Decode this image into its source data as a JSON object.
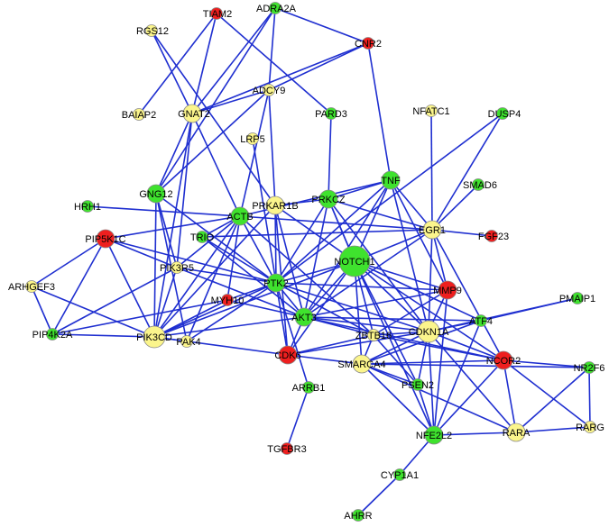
{
  "colors": {
    "edge": "#1f2fd0",
    "green": "#3fe22e",
    "yellow": "#fbf58c",
    "red": "#ee1f1f"
  },
  "nodes": [
    {
      "id": "TIAM2",
      "label": "TIAM2",
      "color": "red",
      "size": "s"
    },
    {
      "id": "ADRA2A",
      "label": "ADRA2A",
      "color": "green",
      "size": "s"
    },
    {
      "id": "RGS12",
      "label": "RGS12",
      "color": "yellow",
      "size": "s"
    },
    {
      "id": "CNR2",
      "label": "CNR2",
      "color": "red",
      "size": "s"
    },
    {
      "id": "ADCY9",
      "label": "ADCY9",
      "color": "yellow",
      "size": "s"
    },
    {
      "id": "BAIAP2",
      "label": "BAIAP2",
      "color": "yellow",
      "size": "s"
    },
    {
      "id": "GNAT2",
      "label": "GNAT2",
      "color": "yellow",
      "size": "m"
    },
    {
      "id": "PARD3",
      "label": "PARD3",
      "color": "green",
      "size": "s"
    },
    {
      "id": "NFATC1",
      "label": "NFATC1",
      "color": "yellow",
      "size": "s"
    },
    {
      "id": "DUSP4",
      "label": "DUSP4",
      "color": "green",
      "size": "s"
    },
    {
      "id": "LRP5",
      "label": "LRP5",
      "color": "yellow",
      "size": "s"
    },
    {
      "id": "GNG12",
      "label": "GNG12",
      "color": "green",
      "size": "m"
    },
    {
      "id": "TNF",
      "label": "TNF",
      "color": "green",
      "size": "m"
    },
    {
      "id": "SMAD6",
      "label": "SMAD6",
      "color": "green",
      "size": "s"
    },
    {
      "id": "PRKCZ",
      "label": "PRKCZ",
      "color": "green",
      "size": "m"
    },
    {
      "id": "HRH1",
      "label": "HRH1",
      "color": "green",
      "size": "s"
    },
    {
      "id": "PRKAR1B",
      "label": "PRKAR1B",
      "color": "yellow",
      "size": "m"
    },
    {
      "id": "ACTB",
      "label": "ACTB",
      "color": "green",
      "size": "m"
    },
    {
      "id": "EGR1",
      "label": "EGR1",
      "color": "yellow",
      "size": "m"
    },
    {
      "id": "FGF23",
      "label": "FGF23",
      "color": "red",
      "size": "s"
    },
    {
      "id": "PIP5K1C",
      "label": "PIP5K1C",
      "color": "red",
      "size": "m"
    },
    {
      "id": "TRIO",
      "label": "TRIO",
      "color": "green",
      "size": "s"
    },
    {
      "id": "NOTCH1",
      "label": "NOTCH1",
      "color": "green",
      "size": "xl"
    },
    {
      "id": "PIK3R5",
      "label": "PIK3R5",
      "color": "yellow",
      "size": "s"
    },
    {
      "id": "ARHGEF3",
      "label": "ARHGEF3",
      "color": "yellow",
      "size": "s"
    },
    {
      "id": "PTK2",
      "label": "PTK2",
      "color": "green",
      "size": "m"
    },
    {
      "id": "MMP9",
      "label": "MMP9",
      "color": "red",
      "size": "m"
    },
    {
      "id": "MYH10",
      "label": "MYH10",
      "color": "red",
      "size": "s"
    },
    {
      "id": "PMAIP1",
      "label": "PMAIP1",
      "color": "green",
      "size": "s"
    },
    {
      "id": "AKT3",
      "label": "AKT3",
      "color": "green",
      "size": "m"
    },
    {
      "id": "PIP4K2A",
      "label": "PIP4K2A",
      "color": "green",
      "size": "s"
    },
    {
      "id": "PIK3CD",
      "label": "PIK3CD",
      "color": "yellow",
      "size": "l"
    },
    {
      "id": "PAK4",
      "label": "PAK4",
      "color": "yellow",
      "size": "s"
    },
    {
      "id": "ZBTB16",
      "label": "ZBTB16",
      "color": "yellow",
      "size": "s"
    },
    {
      "id": "CDKN1A",
      "label": "CDKN1A",
      "color": "yellow",
      "size": "l"
    },
    {
      "id": "ATF4",
      "label": "ATF4",
      "color": "green",
      "size": "s"
    },
    {
      "id": "CDK6",
      "label": "CDK6",
      "color": "red",
      "size": "m"
    },
    {
      "id": "SMARCA4",
      "label": "SMARCA4",
      "color": "yellow",
      "size": "m"
    },
    {
      "id": "NCOR2",
      "label": "NCOR2",
      "color": "red",
      "size": "m"
    },
    {
      "id": "NR2F6",
      "label": "NR2F6",
      "color": "green",
      "size": "s"
    },
    {
      "id": "ARRB1",
      "label": "ARRB1",
      "color": "green",
      "size": "s"
    },
    {
      "id": "PSEN2",
      "label": "PSEN2",
      "color": "green",
      "size": "s"
    },
    {
      "id": "NFE2L2",
      "label": "NFE2L2",
      "color": "green",
      "size": "m"
    },
    {
      "id": "RARA",
      "label": "RARA",
      "color": "yellow",
      "size": "m"
    },
    {
      "id": "RARG",
      "label": "RARG",
      "color": "yellow",
      "size": "s"
    },
    {
      "id": "TGFBR3",
      "label": "TGFBR3",
      "color": "red",
      "size": "s"
    },
    {
      "id": "CYP1A1",
      "label": "CYP1A1",
      "color": "green",
      "size": "s"
    },
    {
      "id": "AHRR",
      "label": "AHRR",
      "color": "green",
      "size": "s"
    }
  ],
  "edges": [
    [
      "TIAM2",
      "GNAT2"
    ],
    [
      "TIAM2",
      "PARD3"
    ],
    [
      "TIAM2",
      "BAIAP2"
    ],
    [
      "ADRA2A",
      "CNR2"
    ],
    [
      "ADRA2A",
      "ADCY9"
    ],
    [
      "ADRA2A",
      "GNAT2"
    ],
    [
      "ADRA2A",
      "GNG12"
    ],
    [
      "RGS12",
      "GNAT2"
    ],
    [
      "RGS12",
      "PRKAR1B"
    ],
    [
      "CNR2",
      "TNF"
    ],
    [
      "CNR2",
      "GNAT2"
    ],
    [
      "CNR2",
      "ADCY9"
    ],
    [
      "ADCY9",
      "GNAT2"
    ],
    [
      "ADCY9",
      "PRKAR1B"
    ],
    [
      "ADCY9",
      "GNG12"
    ],
    [
      "ADCY9",
      "ACTB"
    ],
    [
      "GNAT2",
      "GNG12"
    ],
    [
      "GNAT2",
      "ACTB"
    ],
    [
      "GNAT2",
      "PIK3CD"
    ],
    [
      "GNAT2",
      "PIK3R5"
    ],
    [
      "LRP5",
      "PTK2"
    ],
    [
      "PARD3",
      "PRKCZ"
    ],
    [
      "NFATC1",
      "EGR1"
    ],
    [
      "DUSP4",
      "PTK2"
    ],
    [
      "DUSP4",
      "EGR1"
    ],
    [
      "GNG12",
      "PIK3CD"
    ],
    [
      "GNG12",
      "PIK3R5"
    ],
    [
      "GNG12",
      "PAK4"
    ],
    [
      "GNG12",
      "PTK2"
    ],
    [
      "TNF",
      "EGR1"
    ],
    [
      "TNF",
      "NOTCH1"
    ],
    [
      "TNF",
      "AKT3"
    ],
    [
      "TNF",
      "MMP9"
    ],
    [
      "TNF",
      "CDKN1A"
    ],
    [
      "TNF",
      "PTK2"
    ],
    [
      "TNF",
      "PRKCZ"
    ],
    [
      "TNF",
      "ACTB"
    ],
    [
      "SMAD6",
      "EGR1"
    ],
    [
      "PRKCZ",
      "PTK2"
    ],
    [
      "PRKCZ",
      "AKT3"
    ],
    [
      "PRKCZ",
      "NOTCH1"
    ],
    [
      "PRKCZ",
      "CDKN1A"
    ],
    [
      "PRKCZ",
      "PRKAR1B"
    ],
    [
      "PRKCZ",
      "EGR1"
    ],
    [
      "HRH1",
      "ACTB"
    ],
    [
      "PRKAR1B",
      "PTK2"
    ],
    [
      "PRKAR1B",
      "AKT3"
    ],
    [
      "PRKAR1B",
      "NOTCH1"
    ],
    [
      "PRKAR1B",
      "PIK3CD"
    ],
    [
      "PRKAR1B",
      "CDK6"
    ],
    [
      "ACTB",
      "EGR1"
    ],
    [
      "ACTB",
      "PTK2"
    ],
    [
      "ACTB",
      "PIK3R5"
    ],
    [
      "ACTB",
      "MYH10"
    ],
    [
      "ACTB",
      "PAK4"
    ],
    [
      "ACTB",
      "PIK3CD"
    ],
    [
      "ACTB",
      "TRIO"
    ],
    [
      "ACTB",
      "ZBTB16"
    ],
    [
      "ACTB",
      "PIP5K1C"
    ],
    [
      "EGR1",
      "NOTCH1"
    ],
    [
      "EGR1",
      "CDKN1A"
    ],
    [
      "EGR1",
      "MMP9"
    ],
    [
      "EGR1",
      "FGF23"
    ],
    [
      "EGR1",
      "AKT3"
    ],
    [
      "EGR1",
      "TRIO"
    ],
    [
      "EGR1",
      "NCOR2"
    ],
    [
      "PIP5K1C",
      "PIK3CD"
    ],
    [
      "PIP5K1C",
      "PIP4K2A"
    ],
    [
      "PIP5K1C",
      "PTK2"
    ],
    [
      "PIP5K1C",
      "ARHGEF3"
    ],
    [
      "PIP5K1C",
      "PIK3R5"
    ],
    [
      "TRIO",
      "PTK2"
    ],
    [
      "TRIO",
      "AKT3"
    ],
    [
      "NOTCH1",
      "PTK2"
    ],
    [
      "NOTCH1",
      "AKT3"
    ],
    [
      "NOTCH1",
      "MMP9"
    ],
    [
      "NOTCH1",
      "CDKN1A"
    ],
    [
      "NOTCH1",
      "ZBTB16"
    ],
    [
      "NOTCH1",
      "SMARCA4"
    ],
    [
      "NOTCH1",
      "CDK6"
    ],
    [
      "NOTCH1",
      "PSEN2"
    ],
    [
      "NOTCH1",
      "NFE2L2"
    ],
    [
      "NOTCH1",
      "NCOR2"
    ],
    [
      "NOTCH1",
      "ATF4"
    ],
    [
      "NOTCH1",
      "PIK3CD"
    ],
    [
      "NOTCH1",
      "PRKCZ"
    ],
    [
      "PIK3R5",
      "PIK3CD"
    ],
    [
      "PIK3R5",
      "PTK2"
    ],
    [
      "PIK3R5",
      "PIP4K2A"
    ],
    [
      "PIK3R5",
      "AKT3"
    ],
    [
      "ARHGEF3",
      "PIK3CD"
    ],
    [
      "ARHGEF3",
      "PIP4K2A"
    ],
    [
      "PTK2",
      "AKT3"
    ],
    [
      "PTK2",
      "MYH10"
    ],
    [
      "PTK2",
      "PIK3CD"
    ],
    [
      "PTK2",
      "PAK4"
    ],
    [
      "PTK2",
      "CDKN1A"
    ],
    [
      "PTK2",
      "ARRB1"
    ],
    [
      "PTK2",
      "ZBTB16"
    ],
    [
      "PTK2",
      "MMP9"
    ],
    [
      "PTK2",
      "CDK6"
    ],
    [
      "MMP9",
      "CDKN1A"
    ],
    [
      "MMP9",
      "NFE2L2"
    ],
    [
      "MMP9",
      "ZBTB16"
    ],
    [
      "MMP9",
      "AKT3"
    ],
    [
      "MYH10",
      "PIK3CD"
    ],
    [
      "MYH10",
      "PIP4K2A"
    ],
    [
      "MYH10",
      "AKT3"
    ],
    [
      "PMAIP1",
      "ATF4"
    ],
    [
      "PMAIP1",
      "CDKN1A"
    ],
    [
      "AKT3",
      "CDKN1A"
    ],
    [
      "AKT3",
      "CDK6"
    ],
    [
      "AKT3",
      "PIK3CD"
    ],
    [
      "AKT3",
      "ATF4"
    ],
    [
      "AKT3",
      "ZBTB16"
    ],
    [
      "AKT3",
      "NCOR2"
    ],
    [
      "PIP4K2A",
      "PIK3CD"
    ],
    [
      "PIK3CD",
      "PAK4"
    ],
    [
      "PIK3CD",
      "CDK6"
    ],
    [
      "ZBTB16",
      "CDKN1A"
    ],
    [
      "ZBTB16",
      "SMARCA4"
    ],
    [
      "ZBTB16",
      "PSEN2"
    ],
    [
      "ZBTB16",
      "NCOR2"
    ],
    [
      "CDKN1A",
      "ATF4"
    ],
    [
      "CDKN1A",
      "SMARCA4"
    ],
    [
      "CDKN1A",
      "NCOR2"
    ],
    [
      "CDKN1A",
      "PSEN2"
    ],
    [
      "CDKN1A",
      "NFE2L2"
    ],
    [
      "CDKN1A",
      "CDK6"
    ],
    [
      "CDKN1A",
      "RARA"
    ],
    [
      "ATF4",
      "SMARCA4"
    ],
    [
      "ATF4",
      "NFE2L2"
    ],
    [
      "CDK6",
      "SMARCA4"
    ],
    [
      "CDK6",
      "ZBTB16"
    ],
    [
      "SMARCA4",
      "NCOR2"
    ],
    [
      "SMARCA4",
      "PSEN2"
    ],
    [
      "SMARCA4",
      "NFE2L2"
    ],
    [
      "SMARCA4",
      "RARA"
    ],
    [
      "SMARCA4",
      "NR2F6"
    ],
    [
      "NCOR2",
      "RARA"
    ],
    [
      "NCOR2",
      "NR2F6"
    ],
    [
      "NCOR2",
      "NFE2L2"
    ],
    [
      "NCOR2",
      "RARG"
    ],
    [
      "NR2F6",
      "RARA"
    ],
    [
      "NR2F6",
      "RARG"
    ],
    [
      "RARA",
      "RARG"
    ],
    [
      "RARA",
      "NFE2L2"
    ],
    [
      "NFE2L2",
      "CYP1A1"
    ],
    [
      "NFE2L2",
      "PSEN2"
    ],
    [
      "ARRB1",
      "TGFBR3"
    ],
    [
      "CYP1A1",
      "AHRR"
    ]
  ]
}
